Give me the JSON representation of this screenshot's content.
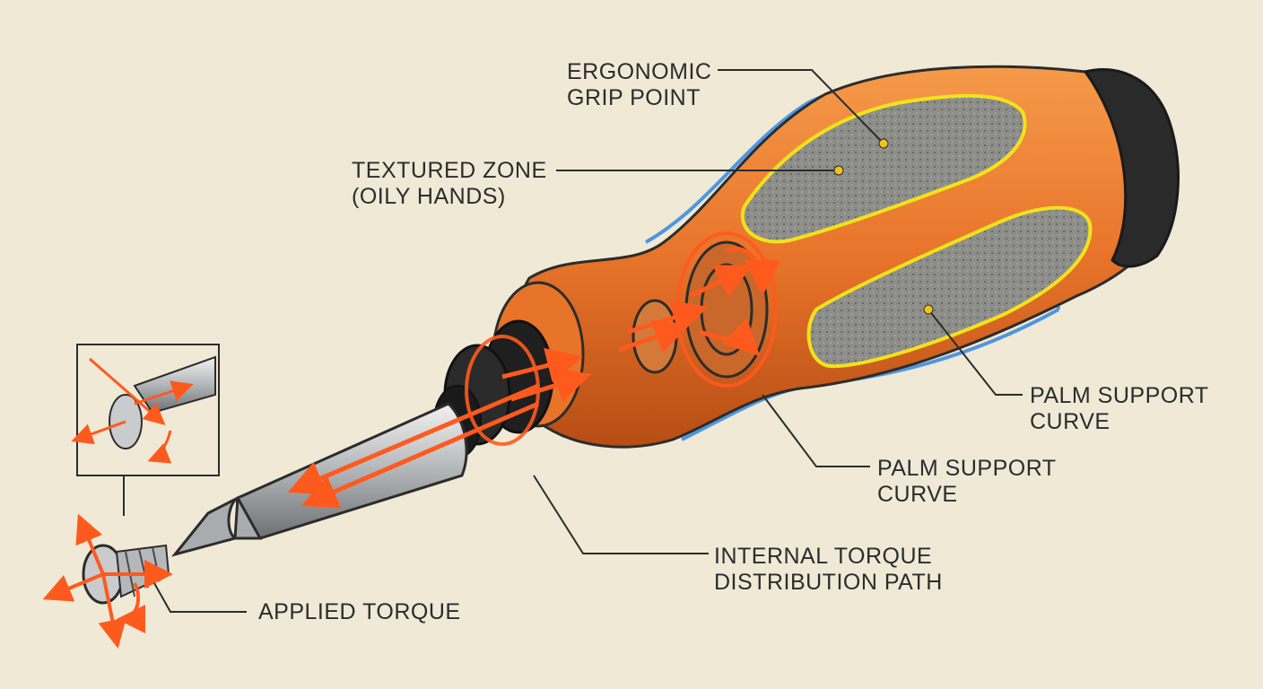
{
  "labels": {
    "ergonomic_grip": {
      "line1": "ERGONOMIC",
      "line2": "GRIP POINT"
    },
    "textured_zone": {
      "line1": "TEXTURED ZONE",
      "line2": "(OILY HANDS)"
    },
    "palm_support_upper": {
      "line1": "PALM SUPPORT",
      "line2": "CURVE"
    },
    "palm_support_lower": {
      "line1": "PALM SUPPORT",
      "line2": "CURVE"
    },
    "internal_torque": {
      "line1": "INTERNAL TORQUE",
      "line2": "DISTRIBUTION PATH"
    },
    "applied_torque": {
      "line1": "APPLIED TORQUE"
    }
  },
  "colors": {
    "background": "#efe9d6",
    "handle_orange": "#e8742a",
    "grip_gray": "#8a8a86",
    "grip_outline": "#f2e21a",
    "glow_blue": "#3d8de0",
    "torque_arrow": "#ff5a1e",
    "ink": "#2c2c2c"
  },
  "icons": {
    "main": "screwdriver-icon",
    "detail": "screw-detail-icon"
  }
}
